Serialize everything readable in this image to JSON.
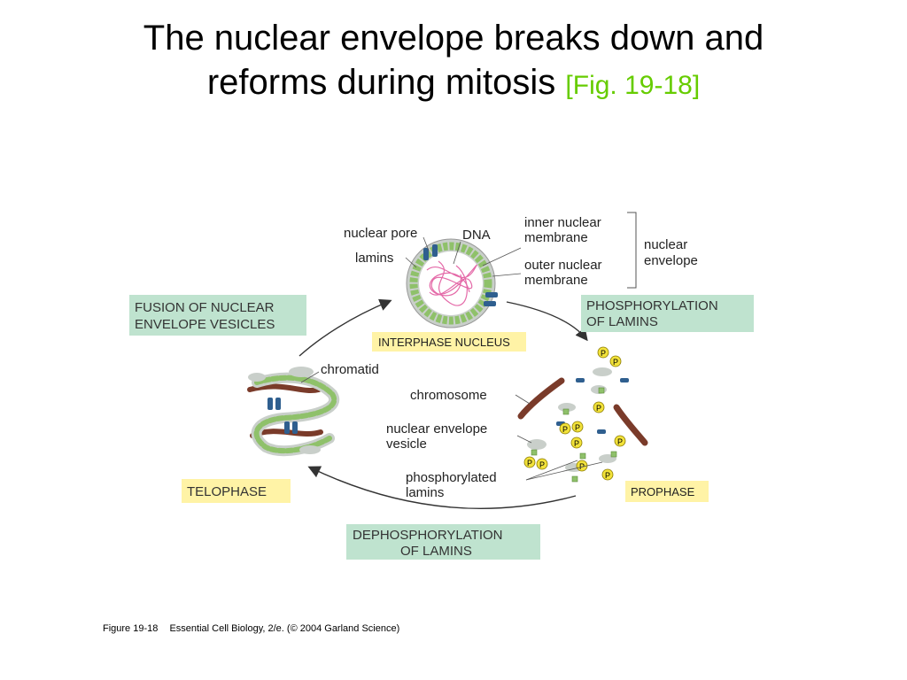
{
  "title": {
    "line1": "The nuclear envelope breaks down and",
    "line2": "reforms during mitosis",
    "fig_ref": "[Fig. 19-18]"
  },
  "labels": {
    "nuclear_pore": "nuclear pore",
    "dna": "DNA",
    "lamins": "lamins",
    "inner_nuclear_1": "inner nuclear",
    "inner_nuclear_2": "membrane",
    "outer_nuclear_1": "outer nuclear",
    "outer_nuclear_2": "membrane",
    "nuclear_envelope_1": "nuclear",
    "nuclear_envelope_2": "envelope",
    "chromatid": "chromatid",
    "chromosome": "chromosome",
    "vesicle_1": "nuclear envelope",
    "vesicle_2": "vesicle",
    "phospho_lamins_1": "phosphorylated",
    "phospho_lamins_2": "lamins",
    "p": "P"
  },
  "boxes": {
    "fusion_1": "FUSION OF NUCLEAR",
    "fusion_2": "ENVELOPE VESICLES",
    "phosphorylation_1": "PHOSPHORYLATION",
    "phosphorylation_2": "OF LAMINS",
    "interphase": "INTERPHASE NUCLEUS",
    "telophase": "TELOPHASE",
    "prophase": "PROPHASE",
    "dephos_1": "DEPHOSPHORYLATION",
    "dephos_2": "OF LAMINS"
  },
  "caption": {
    "fig": "Figure 19-18",
    "source": "Essential Cell Biology, 2/e. (© 2004 Garland Science)"
  },
  "colors": {
    "green_box": "#bfe3cf",
    "yellow_box": "#fff3a6",
    "membrane_green": "#8fc16a",
    "membrane_gray": "#c9cfca",
    "pore_blue": "#2f5f8f",
    "chromosome_brown": "#7a3b2a",
    "dna_pink": "#e46aa8",
    "phosphate_yellow": "#f2e23a",
    "fig_ref_green": "#66cc00"
  }
}
